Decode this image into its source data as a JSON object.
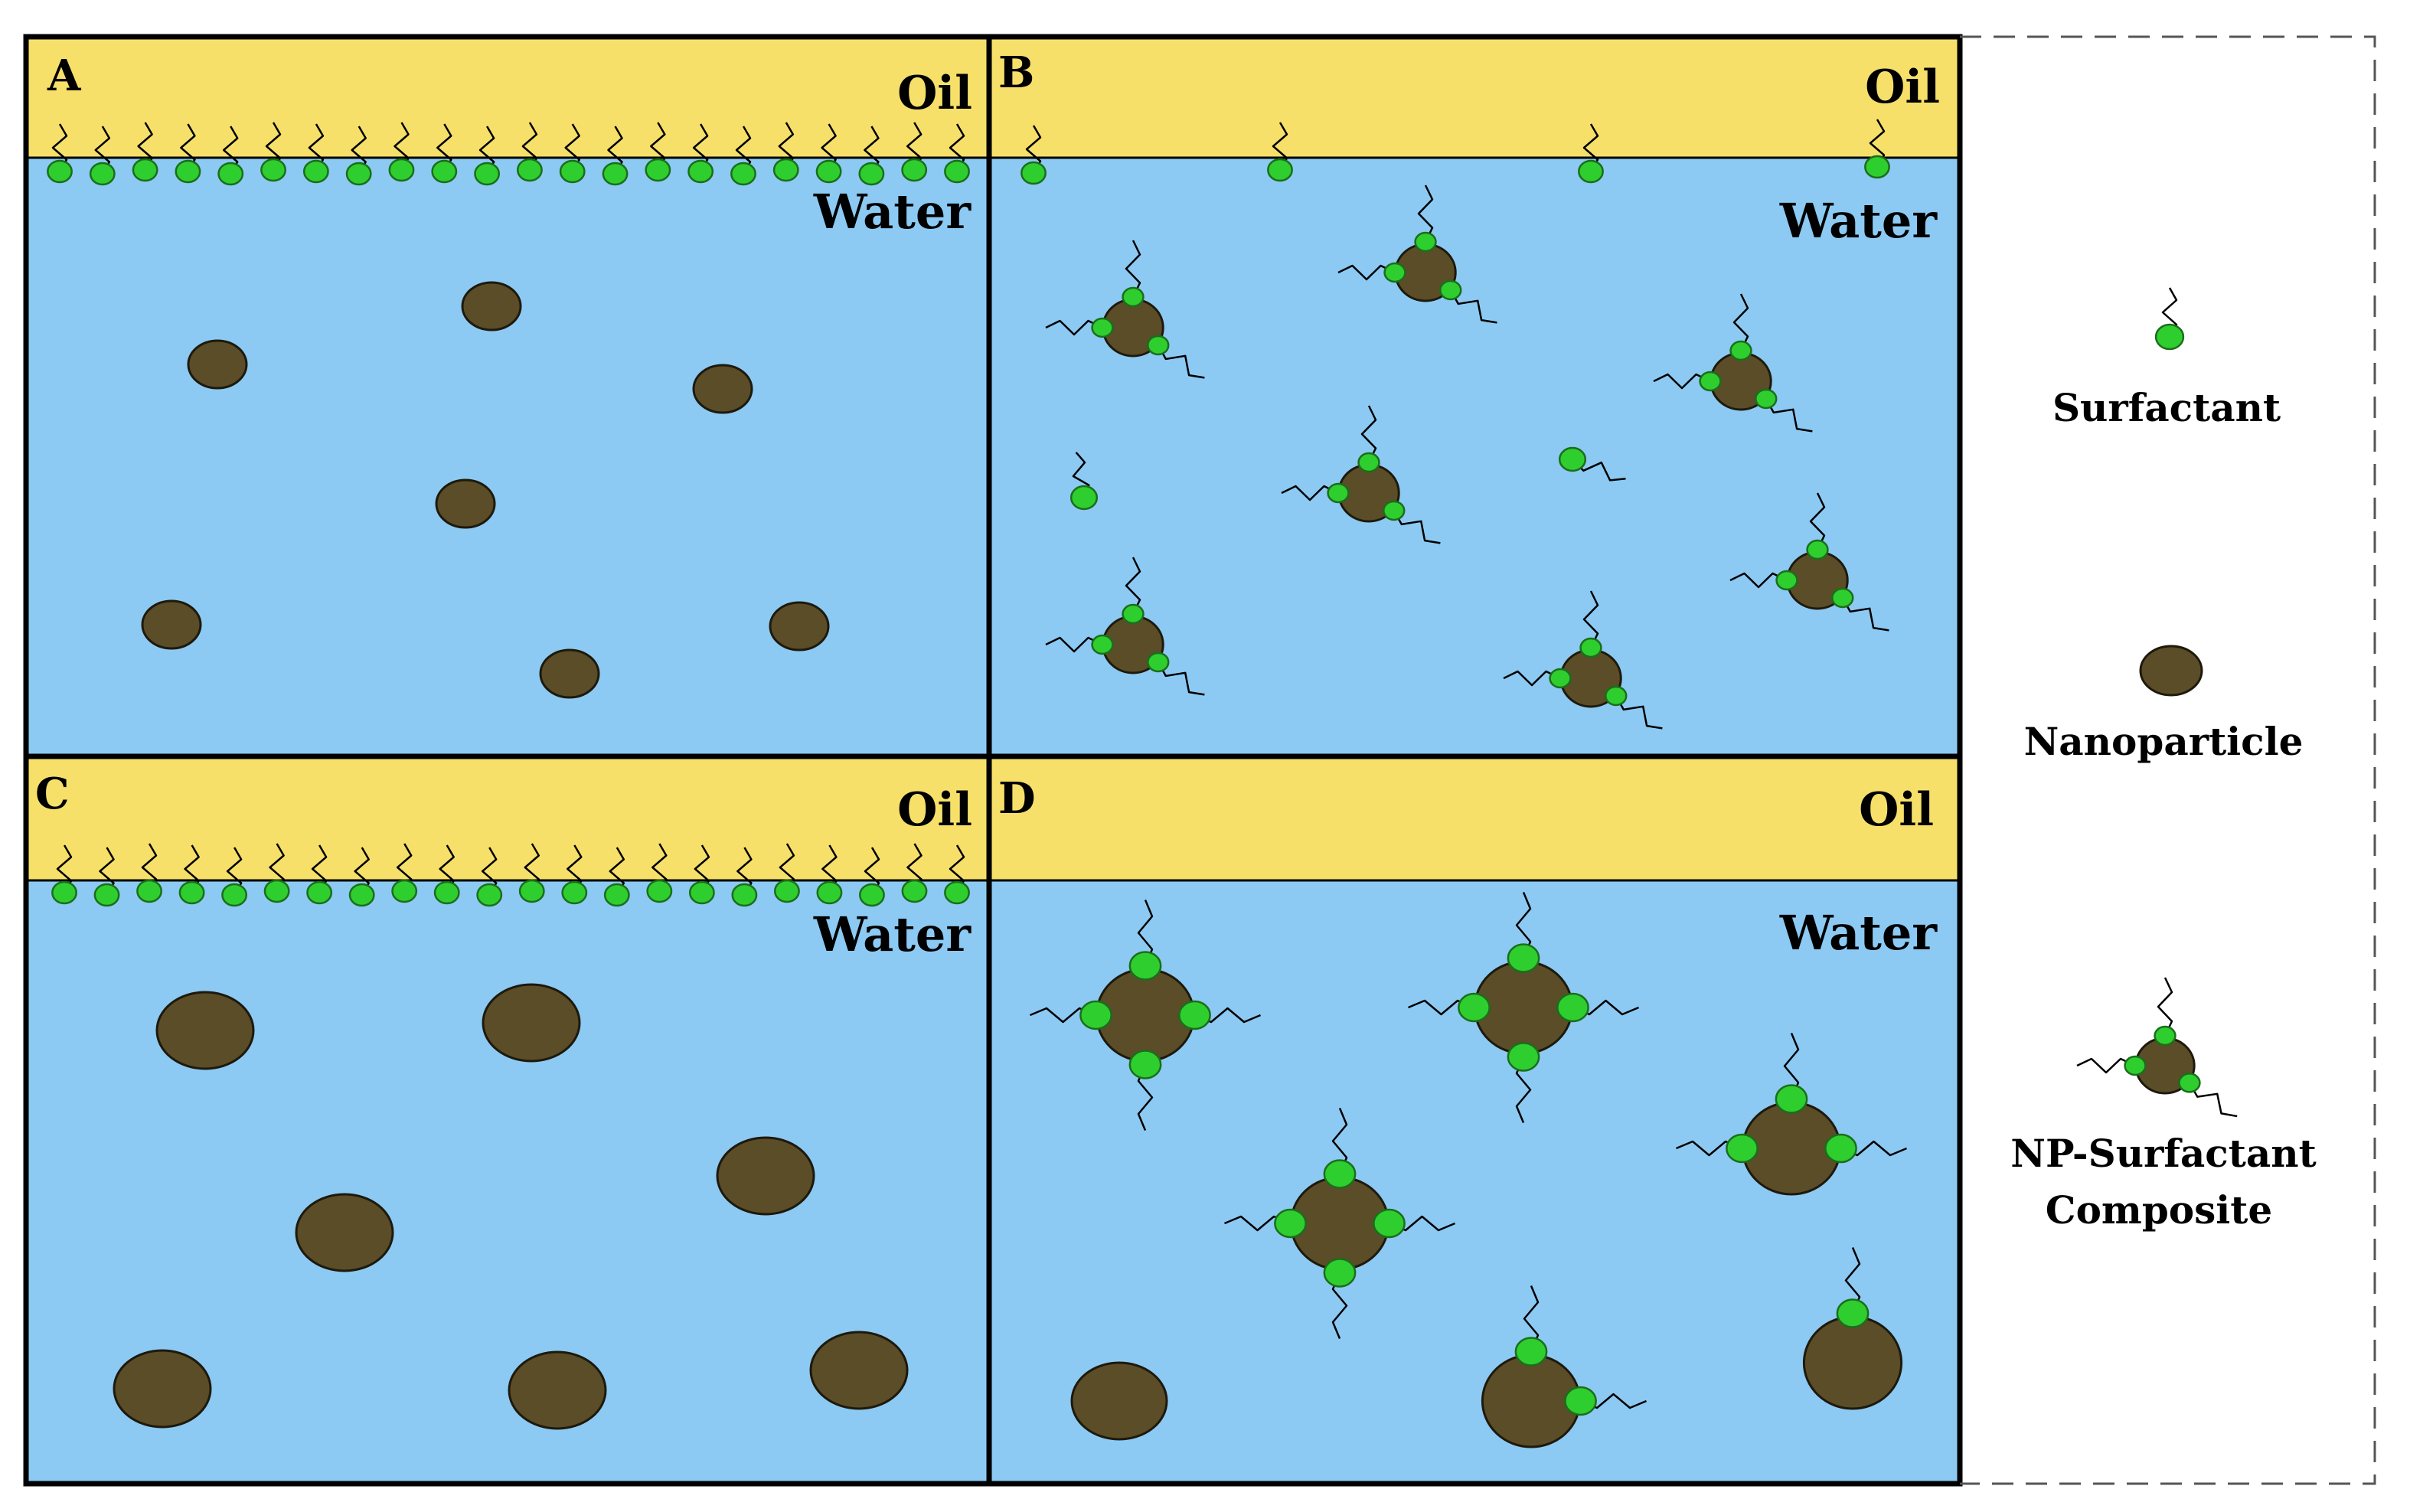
{
  "panels": [
    {
      "letter": "A",
      "oil": "Oil",
      "water": "Water"
    },
    {
      "letter": "B",
      "oil": "Oil",
      "water": "Water"
    },
    {
      "letter": "C",
      "oil": "Oil",
      "water": "Water"
    },
    {
      "letter": "D",
      "oil": "Oil",
      "water": "Water"
    }
  ],
  "legend": {
    "surfactant": "Surfactant",
    "nanoparticle": "Nanoparticle",
    "composite_line1": "NP-Surfactant",
    "composite_line2": "Composite"
  },
  "colors": {
    "oil": "#f7e06a",
    "water": "#8ccaf3",
    "nanoparticle": "#5a4d27",
    "surfactant_head": "#2fce2f",
    "outline": "#000000"
  }
}
